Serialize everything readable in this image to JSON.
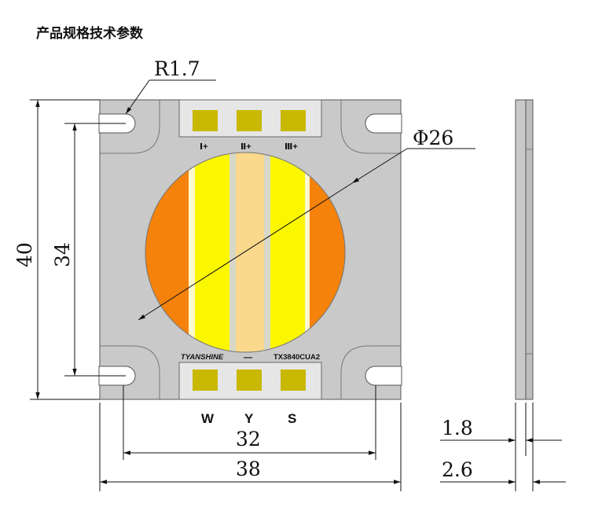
{
  "title": "产品规格技术参数",
  "colors": {
    "substrate": "#c9c9c9",
    "pad": "#c8b800",
    "amber": "#f5820a",
    "yellow": "#fbf700",
    "white_channel": "#fdf9cf",
    "warm_channel": "#fad98c",
    "line": "#111111"
  },
  "top_pads": {
    "labels": [
      "Ⅰ+",
      "Ⅱ+",
      "Ⅲ+"
    ]
  },
  "bottom_pads": {
    "labels": [
      "W",
      "Y",
      "S"
    ]
  },
  "markings": {
    "brand": "TYANSHINE",
    "model": "TX3840CUA2",
    "minus": "—"
  },
  "dimensions": {
    "radius": "R1.7",
    "diameter": "Φ26",
    "height_outer": "40",
    "height_inner": "34",
    "width_inner": "32",
    "width_outer": "38",
    "thickness_top": "1.8",
    "thickness_total": "2.6"
  }
}
